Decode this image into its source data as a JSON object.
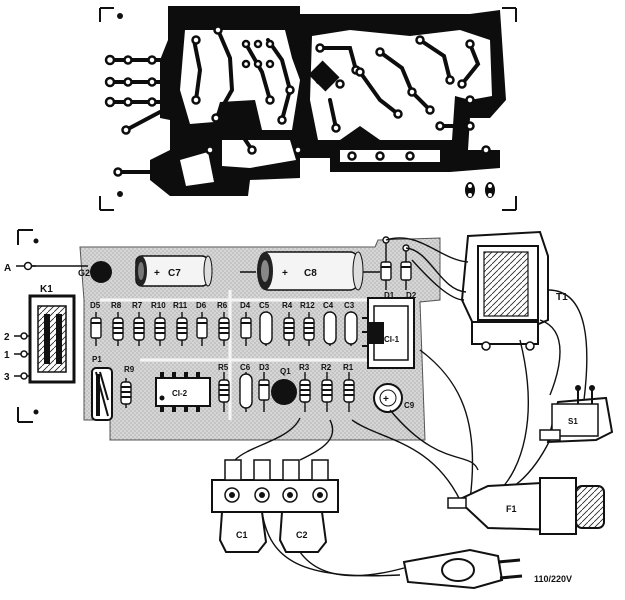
{
  "labels": {
    "g2": "G2",
    "c7": "C7",
    "c8": "C8",
    "k1": "K1",
    "a": "A",
    "n2": "2",
    "n1": "1",
    "n3": "3",
    "d5": "D5",
    "r8": "R8",
    "r7": "R7",
    "r10": "R10",
    "r11": "R11",
    "d6": "D6",
    "r6": "R6",
    "d4": "D4",
    "c5": "C5",
    "r4": "R4",
    "r12": "R12",
    "c4": "C4",
    "c3": "C3",
    "d1": "D1",
    "d2": "D2",
    "t1": "T1",
    "ci1": "CI-1",
    "p1": "P1",
    "r9": "R9",
    "ci2": "CI-2",
    "r5": "R5",
    "c6": "C6",
    "d3": "D3",
    "q1": "Q1",
    "r3": "R3",
    "r2": "R2",
    "r1": "R1",
    "c9": "C9",
    "s1": "S1",
    "c1": "C1",
    "c2": "C2",
    "f1": "F1",
    "mains": "110/220V"
  },
  "plus_sign": "+"
}
